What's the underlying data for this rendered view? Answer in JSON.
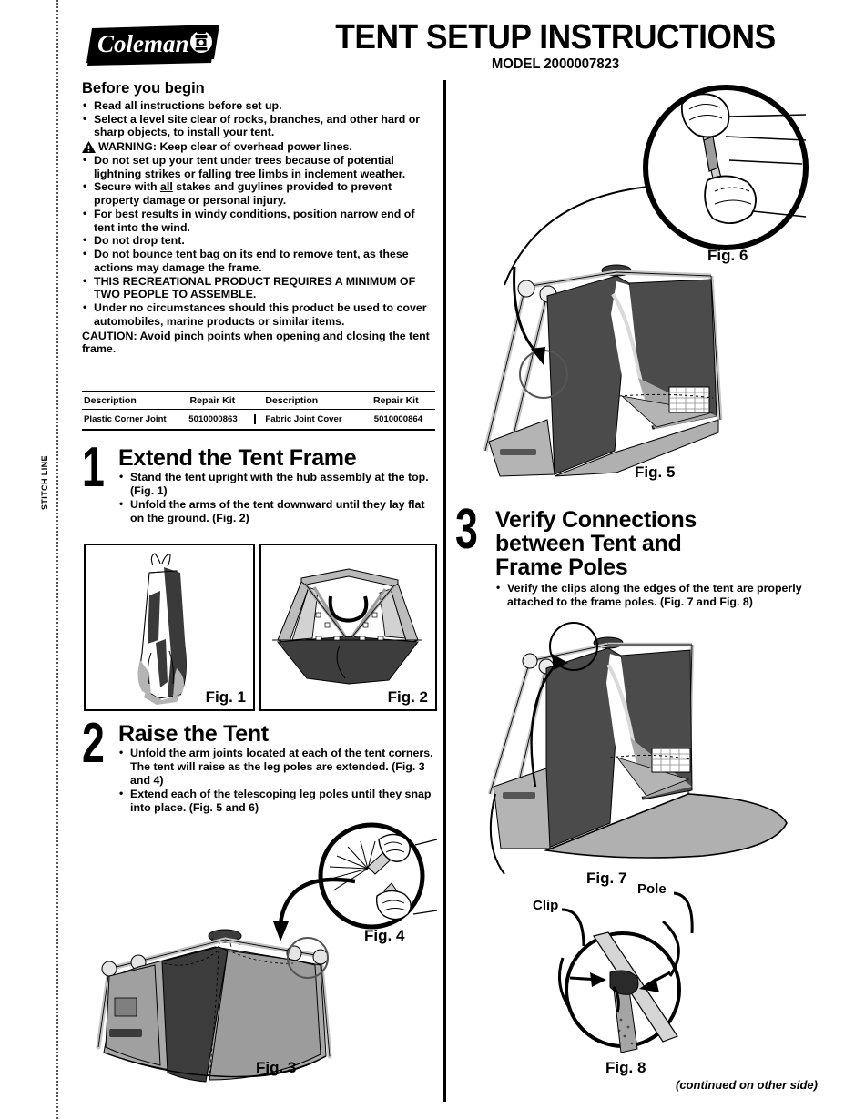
{
  "document": {
    "brand": "Coleman",
    "title": "TENT SETUP INSTRUCTIONS",
    "model": "MODEL 2000007823",
    "stitch_line_label": "STITCH LINE",
    "footnote": "(continued on other side)"
  },
  "before_you_begin": {
    "heading": "Before you begin",
    "bullets_1": [
      "Read all instructions before set up.",
      "Select a level site clear of rocks, branches, and other hard or sharp objects, to install your tent."
    ],
    "warning": "WARNING: Keep clear of overhead power lines.",
    "bullets_2_a": "Do not set up your tent under trees because of potential lightning strikes or falling tree limbs in inclement weather.",
    "bullets_2_b_pre": "Secure with ",
    "bullets_2_b_em": "all",
    "bullets_2_b_post": " stakes and guylines provided to prevent property damage or personal injury.",
    "bullets_3": [
      "For best results in windy conditions, position narrow end of tent into the wind.",
      "Do not drop tent.",
      "Do not bounce tent bag on its end to remove tent, as these actions may damage the frame.",
      "THIS RECREATIONAL PRODUCT REQUIRES A MINIMUM OF TWO PEOPLE TO ASSEMBLE.",
      "Under no circumstances should this product be used to cover automobiles, marine products or similar items."
    ],
    "caution_label": "CAUTION:",
    "caution_text": " Avoid pinch points when opening and closing the tent frame."
  },
  "repair_table": {
    "headers": [
      "Description",
      "Repair Kit",
      "Description",
      "Repair Kit"
    ],
    "rows": [
      [
        "Plastic Corner Joint",
        "5010000863",
        "Fabric Joint Cover",
        "5010000864"
      ]
    ]
  },
  "steps": [
    {
      "number": "1",
      "title": "Extend the Tent Frame",
      "bullets": [
        "Stand the tent upright with the hub assembly at the top. (Fig. 1)",
        "Unfold the arms of the tent downward until they lay flat on the ground. (Fig. 2)"
      ]
    },
    {
      "number": "2",
      "title": "Raise the Tent",
      "bullets": [
        "Unfold the arm joints located at each of the tent corners. The tent will raise as the leg poles are extended. (Fig. 3 and 4)",
        "Extend each of the telescoping leg poles until they snap into place. (Fig. 5 and 6)"
      ]
    },
    {
      "number": "3",
      "title": "Verify Connections between Tent and Frame Poles",
      "bullets": [
        "Verify the clips along the edges of the tent are properly attached to the frame poles. (Fig. 7 and Fig. 8)"
      ]
    }
  ],
  "figures": {
    "fig1": "Fig. 1",
    "fig2": "Fig. 2",
    "fig3": "Fig. 3",
    "fig4": "Fig. 4",
    "fig5": "Fig. 5",
    "fig6": "Fig. 6",
    "fig7": "Fig. 7",
    "fig8": "Fig. 8"
  },
  "callouts": {
    "clip": "Clip",
    "pole": "Pole"
  },
  "colors": {
    "ink": "#000000",
    "tent_dark": "#4b4b4b",
    "tent_mid": "#9a9a9a",
    "tent_light": "#c9c9c9",
    "pole": "#d8d8d8"
  }
}
